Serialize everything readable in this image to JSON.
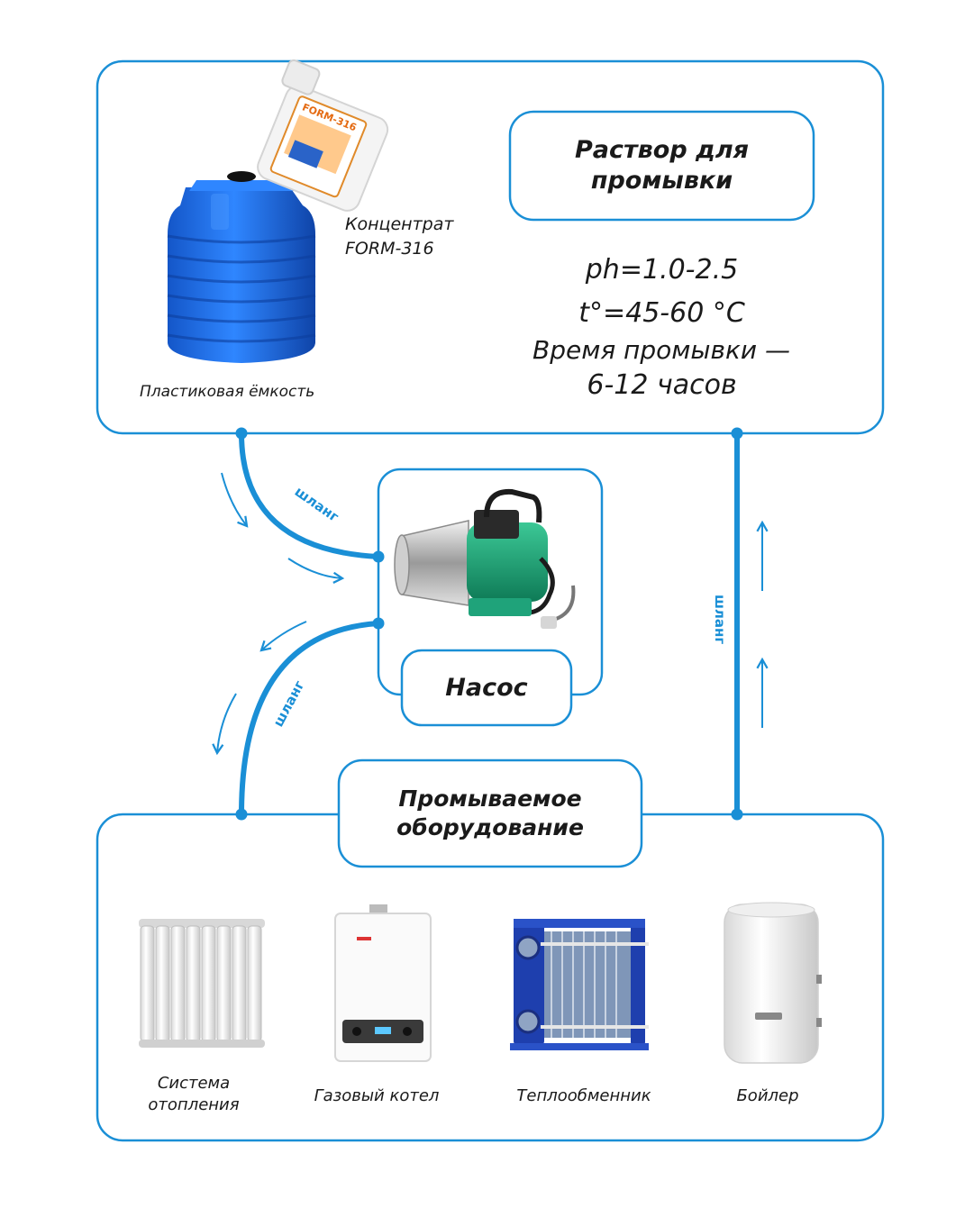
{
  "solution": {
    "title_line1": "Раствор для",
    "title_line2": "промывки",
    "ph": "ph=1.0-2.5",
    "temp": "t°=45-60 °C",
    "time_line1": "Время промывки —",
    "time_line2": "6-12 часов"
  },
  "tank_label": "Пластиковая ёмкость",
  "concentrate": {
    "label_line1": "Концентрат",
    "label_line2": "FORM-316",
    "bottle_brand": "FORM-316"
  },
  "pump_label": "Насос",
  "hose_label": "шланг",
  "equipment": {
    "title_line1": "Промываемое",
    "title_line2": "оборудование",
    "items": [
      {
        "label_line1": "Система",
        "label_line2": "отопления"
      },
      {
        "label_line1": "Газовый котел",
        "label_line2": ""
      },
      {
        "label_line1": "Теплообменник",
        "label_line2": ""
      },
      {
        "label_line1": "Бойлер",
        "label_line2": ""
      }
    ]
  },
  "colors": {
    "accent": "#1a8fd6",
    "tank": "#1e6fe0",
    "pump_green": "#1fa37a",
    "exchanger": "#1e3fae"
  },
  "icons": [
    "tank-icon",
    "bottle-icon",
    "pump-icon",
    "radiator-icon",
    "gas-boiler-icon",
    "heat-exchanger-icon",
    "water-heater-icon"
  ]
}
